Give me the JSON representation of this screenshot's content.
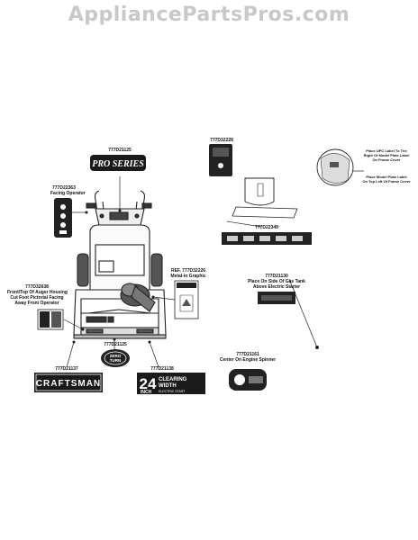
{
  "watermark": "AppliancePartsPros.com",
  "decals": {
    "pro_series": {
      "part": "777D21125",
      "text": "PRO SERIES"
    },
    "pacing_operator": {
      "part": "777D22363",
      "desc": "Facing Operator"
    },
    "front_auger": {
      "part": "777D32638",
      "line1": "Front/Top Of Auger Housing",
      "line2": "Cut Foot Pictorial Facing",
      "line3": "Away From Operator"
    },
    "metal_graphic": {
      "part": "REF. 777D32226",
      "desc": "Metal-in Graphic"
    },
    "zero_turn": {
      "part": "777D21125",
      "line1": "ZERO",
      "line2": "TURN"
    },
    "craftsman": {
      "part": "777D21137",
      "text": "CRAFTSMAN"
    },
    "clearing_width": {
      "part": "777D21138",
      "big": "24",
      "inch": "INCH",
      "line1": "CLEARING",
      "line2": "WIDTH",
      "line3": "ELECTRIC START"
    },
    "top_right": {
      "part": "777D32228"
    },
    "dash_strip": {
      "part": "777D22349"
    },
    "label_note": {
      "line1": "Place UPC Label To The",
      "line2": "Right Of Model Plate Label",
      "line3": "On Frame Cover",
      "line4": "Place Model Plate Label",
      "line5": "On Top Left Of Frame Cover"
    },
    "gas_tank": {
      "part": "777D21130",
      "line1": "Place On Side Of Gas Tank",
      "line2": "Above Electric Starter"
    },
    "engine_spinner": {
      "part": "777D21161",
      "desc": "Center On Engine Spinner"
    }
  }
}
